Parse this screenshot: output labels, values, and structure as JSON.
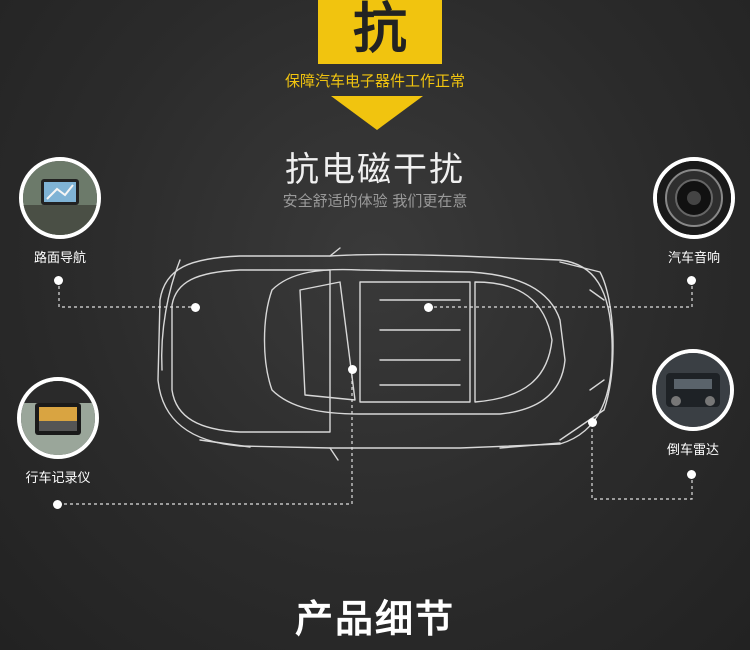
{
  "header": {
    "badge_char": "抗",
    "badge_subtitle": "保障汽车电子器件工作正常",
    "title": "抗电磁干扰",
    "subtitle": "安全舒适的体验 我们更在意"
  },
  "features": [
    {
      "label": "路面导航",
      "image": "navigation-device-photo"
    },
    {
      "label": "汽车音响",
      "image": "car-speaker-vent-photo"
    },
    {
      "label": "行车记录仪",
      "image": "dash-camera-photo"
    },
    {
      "label": "倒车雷达",
      "image": "engine-bay-photo"
    }
  ],
  "footer": {
    "title": "产品细节"
  },
  "colors": {
    "accent": "#f1c40f",
    "background": "#2b2b2b"
  }
}
